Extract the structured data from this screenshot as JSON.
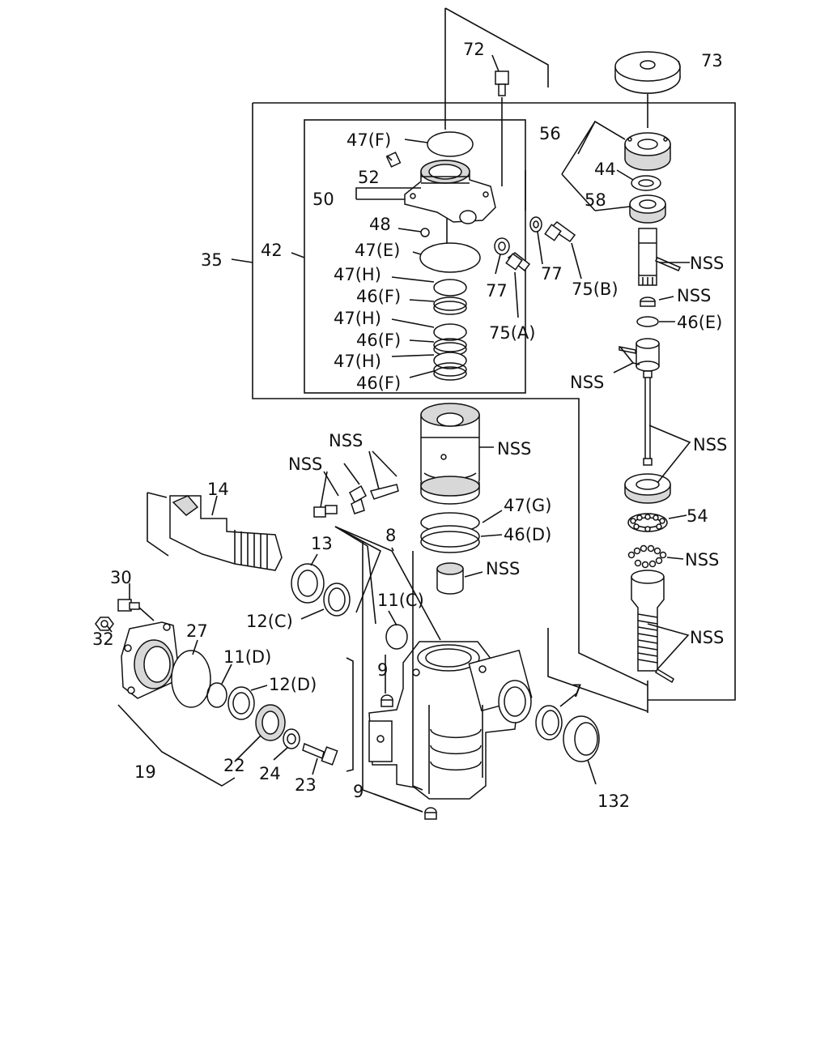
{
  "diagram": {
    "type": "exploded-parts-diagram",
    "labels": {
      "l72": "72",
      "l73": "73",
      "l56": "56",
      "l44": "44",
      "l58": "58",
      "l47f_top": "47(F)",
      "l52": "52",
      "l50": "50",
      "l48": "48",
      "l47e": "47(E)",
      "l35": "35",
      "l42": "42",
      "l47h_1": "47(H)",
      "l46f_1": "46(F)",
      "l47h_2": "47(H)",
      "l46f_2": "46(F)",
      "l47h_3": "47(H)",
      "l46f_3": "46(F)",
      "l77_a": "77",
      "l77_b": "77",
      "l75b": "75(B)",
      "l75a": "75(A)",
      "lnss_1": "NSS",
      "lnss_2": "NSS",
      "l46e": "46(E)",
      "lnss_3": "NSS",
      "lnss_4": "NSS",
      "lnss_5": "NSS",
      "lnss_6": "NSS",
      "lnss_7": "NSS",
      "l54": "54",
      "lnss_8": "NSS",
      "lnss_9": "NSS",
      "lnss_10": "NSS",
      "l47g": "47(G)",
      "l46d": "46(D)",
      "l14": "14",
      "l13": "13",
      "l8": "8",
      "l11c": "11(C)",
      "l12c": "12(C)",
      "l30": "30",
      "l32": "32",
      "l27": "27",
      "l11d": "11(D)",
      "l12d": "12(D)",
      "l9_a": "9",
      "l9_b": "9",
      "l7": "7",
      "l19": "19",
      "l22": "22",
      "l24": "24",
      "l23": "23",
      "l132": "132"
    }
  }
}
